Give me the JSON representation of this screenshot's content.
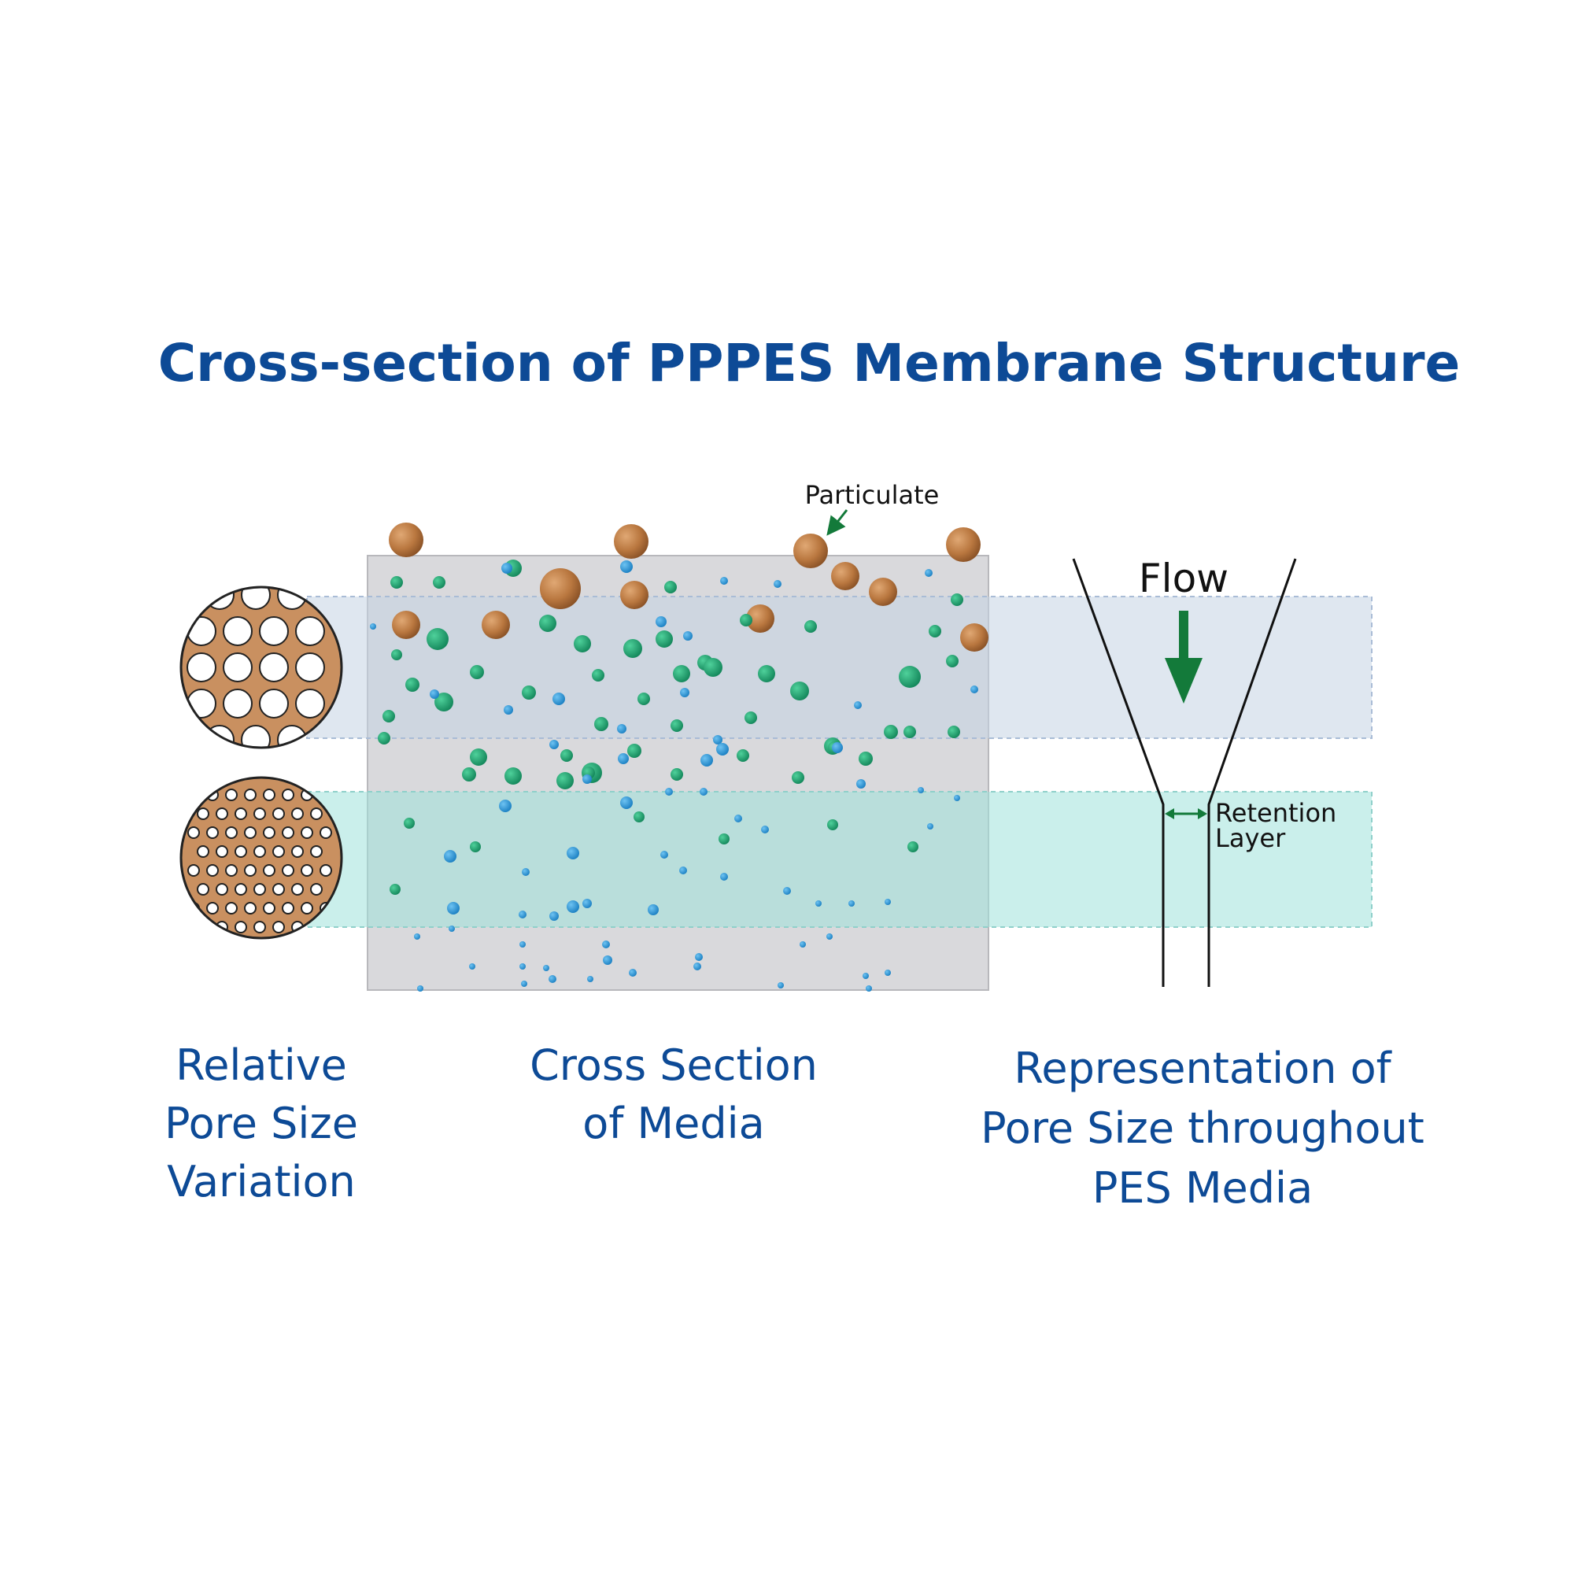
{
  "title": "Cross-section of PPPES Membrane Structure",
  "labels": {
    "particulate": "Particulate",
    "flow": "Flow",
    "retention_line1": "Retention",
    "retention_line2": "Layer"
  },
  "captions": {
    "left": [
      "Relative",
      "Pore Size",
      "Variation"
    ],
    "center": [
      "Cross Section",
      "of Media"
    ],
    "right": [
      "Representation of",
      "Pore Size throughout",
      "PES Media"
    ]
  },
  "colors": {
    "title": "#0d4a96",
    "caption": "#0d4a96",
    "media_gray": "#d9d9dc",
    "upper_band": "#d3deea",
    "lower_band": "#bfeae6",
    "particle_brown": "#b9773f",
    "particle_green": "#1a9a68",
    "particle_blue": "#1f8fd0",
    "disc_fill": "#c99060",
    "arrow_green": "#137a3a"
  }
}
